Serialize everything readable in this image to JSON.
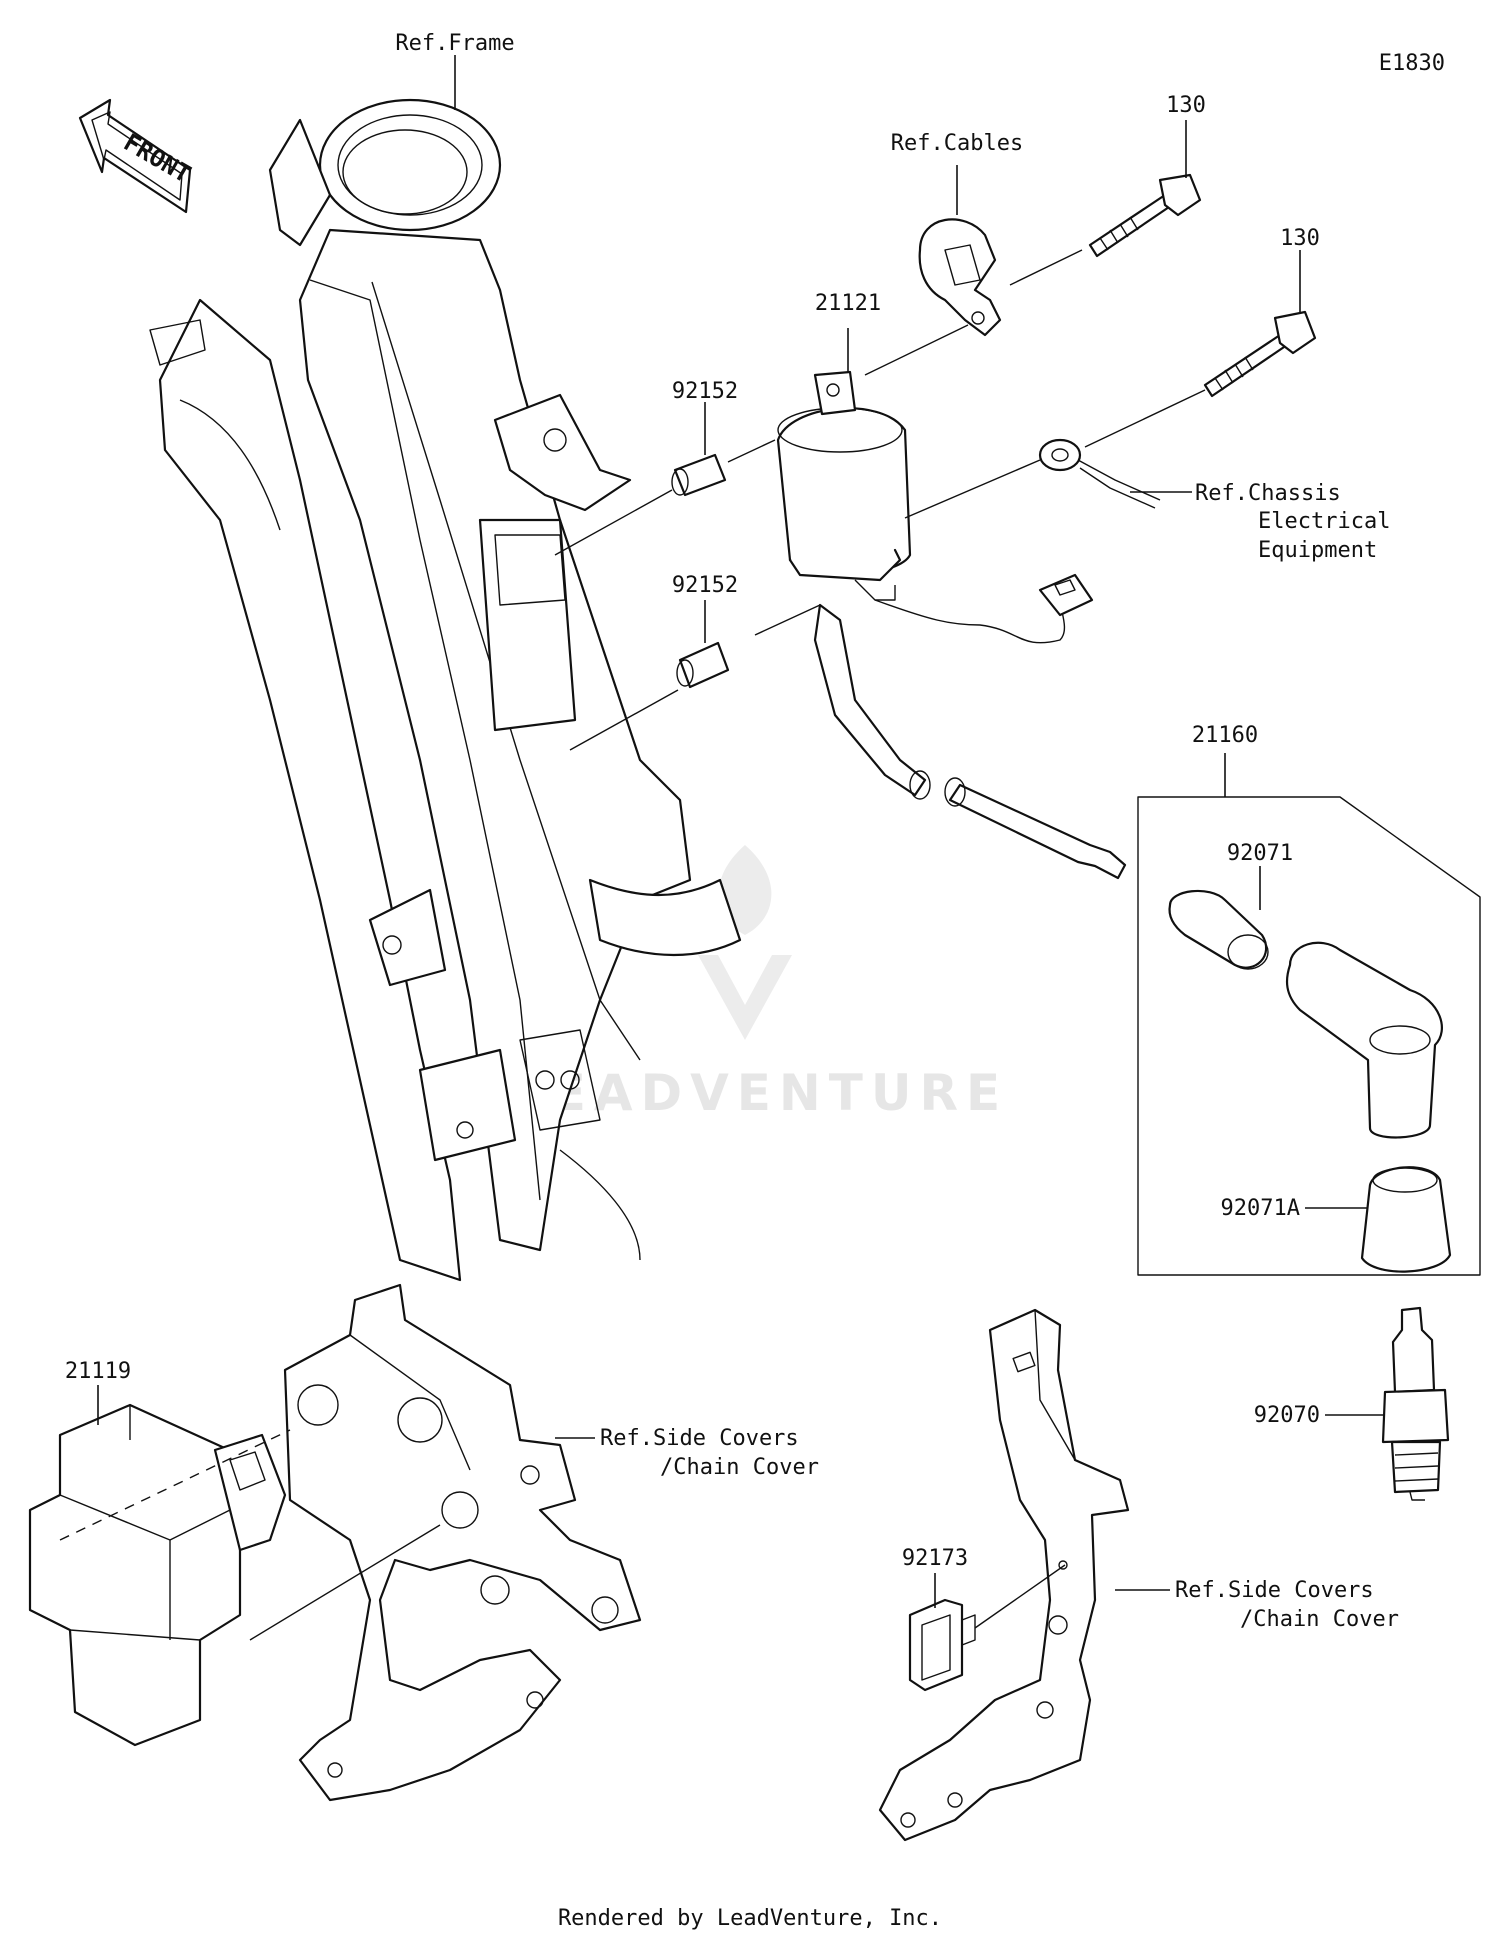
{
  "diagram": {
    "code": "E1830",
    "front_label": "FRONT",
    "watermark": "LEADVENTURE",
    "footer": "Rendered by LeadVenture, Inc."
  },
  "labels": {
    "ref_frame": "Ref.Frame",
    "ref_cables": "Ref.Cables",
    "bolt_upper": "130",
    "bolt_lower": "130",
    "coil": "21121",
    "collar_upper": "92152",
    "collar_lower": "92152",
    "ref_chassis_1": "Ref.Chassis",
    "ref_chassis_2": "Electrical",
    "ref_chassis_3": "Equipment",
    "cap_assembly": "21160",
    "cap_boot": "92071",
    "cap_seal": "92071A",
    "spark_plug": "92070",
    "cdi_unit": "21119",
    "ref_side_left_1": "Ref.Side Covers",
    "ref_side_left_2": "/Chain Cover",
    "ref_side_right_1": "Ref.Side Covers",
    "ref_side_right_2": "/Chain Cover",
    "relay": "92173"
  },
  "icons": {
    "front_arrow": "front-arrow-icon",
    "watermark_logo": "flame-v-logo-icon"
  }
}
